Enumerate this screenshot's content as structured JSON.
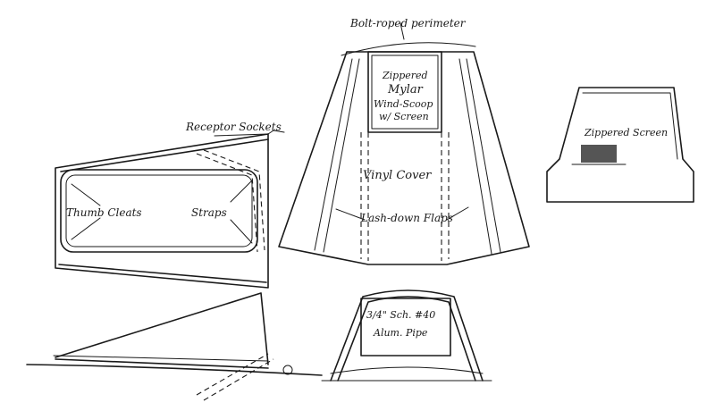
{
  "labels": {
    "perimeter": "Bolt-roped perimeter",
    "mylar_l1": "Zippered",
    "mylar_l2": "Mylar",
    "mylar_l3": "Wind-Scoop",
    "mylar_l4": "w/ Screen",
    "vinyl_cover": "Vinyl Cover",
    "lash_down": "Lash-down Flaps",
    "receptor_sockets": "Receptor Sockets",
    "thumb_cleats": "Thumb Cleats",
    "straps": "Straps",
    "zippered_screen": "Zippered Screen",
    "pipe_l1": "3/4\" Sch. #40",
    "pipe_l2": "Alum. Pipe"
  },
  "colors": {
    "ink": "#1a1a1a",
    "paper": "#ffffff"
  }
}
